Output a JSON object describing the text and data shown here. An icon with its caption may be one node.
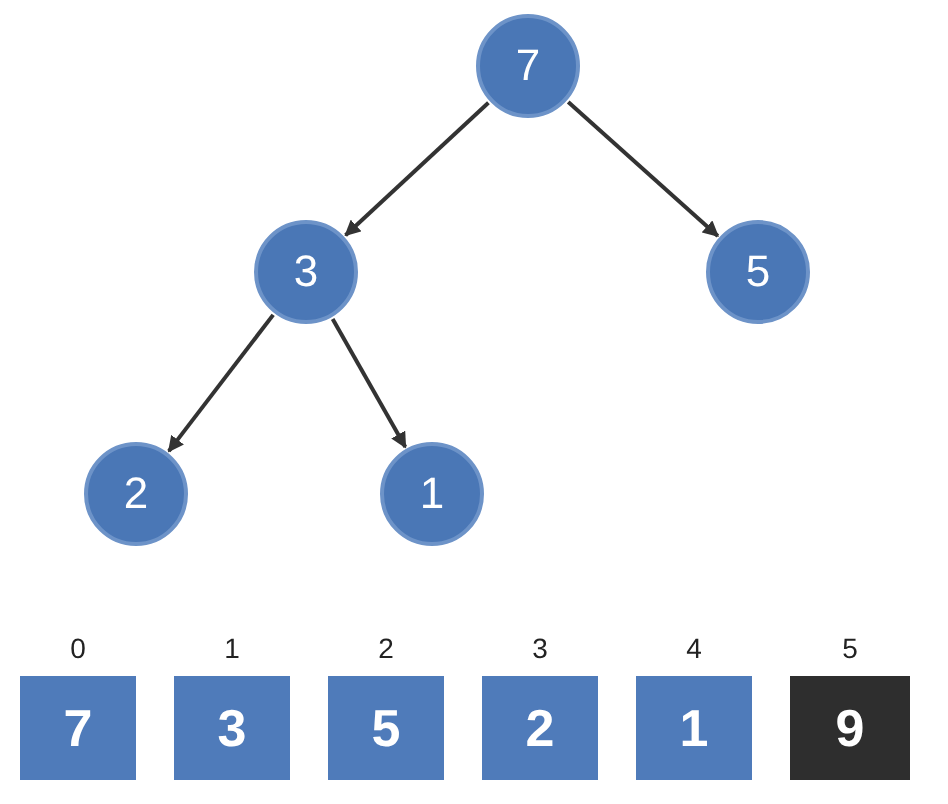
{
  "diagram": {
    "nodes": [
      {
        "text": [
          "7"
        ]
      },
      {
        "text": [
          "3"
        ]
      },
      {
        "text": [
          "5"
        ]
      },
      {
        "text": [
          "2"
        ]
      },
      {
        "text": [
          "1"
        ]
      },
      {
        "text": [
          "7"
        ],
        "beside": [
          "0"
        ]
      },
      {
        "text": [
          "3"
        ],
        "beside": [
          "1"
        ]
      },
      {
        "text": [
          "5"
        ],
        "beside": [
          "2"
        ]
      },
      {
        "text": [
          "2"
        ],
        "beside": [
          "3"
        ]
      },
      {
        "text": [
          "1"
        ],
        "beside": [
          "4"
        ]
      },
      {
        "text": [
          "9"
        ],
        "beside": [
          "5"
        ]
      }
    ],
    "edges": [
      {
        "from": 0,
        "to": 1,
        "arrow": "to"
      },
      {
        "from": 0,
        "to": 2,
        "arrow": "to"
      },
      {
        "from": 1,
        "to": 3,
        "arrow": "to"
      },
      {
        "from": 1,
        "to": 4,
        "arrow": "to"
      }
    ]
  }
}
